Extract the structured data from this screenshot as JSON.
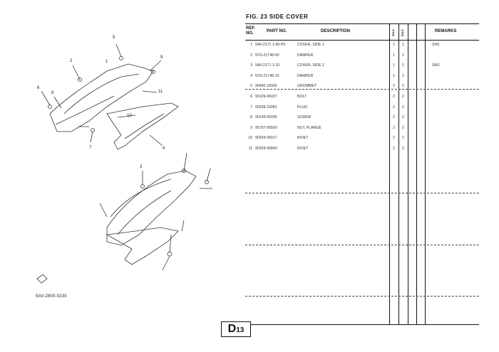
{
  "figure": {
    "title": "FIG. 23  SIDE COVER"
  },
  "table": {
    "headers": {
      "ref_no": "REF. NO.",
      "part_no": "PART NO.",
      "description": "DESCRIPTION",
      "qty_1": "5SL8",
      "qty_2": "5SL9",
      "remarks": "REMARKS"
    },
    "rows": [
      {
        "ref": "1",
        "part": "5AV-2171 1-00-P0",
        "desc": "COVER, SIDE 1",
        "q1": "1",
        "q2": "1",
        "rem": "SM1"
      },
      {
        "ref": "2",
        "part": "5VS-21748-00",
        "desc": "DAMPER",
        "q1": "1",
        "q2": "1",
        "rem": ""
      },
      {
        "ref": "3",
        "part": "5AV-2171 1-10",
        "desc": "COVER, SIDE 2",
        "q1": "1",
        "q2": "1",
        "rem": "SM1"
      },
      {
        "ref": "4",
        "part": "5VS-21748-10",
        "desc": "DAMPER",
        "q1": "1",
        "q2": "1",
        "rem": ""
      },
      {
        "ref": "5",
        "part": "90480-18306",
        "desc": "GROMMET",
        "q1": "2",
        "q2": "2",
        "rem": ""
      },
      {
        "ref": "6",
        "part": "90109-06037",
        "desc": "BOLT",
        "q1": "2",
        "q2": "2",
        "rem": ""
      },
      {
        "ref": "7",
        "part": "90338-10082",
        "desc": "PLUG",
        "q1": "2",
        "q2": "2",
        "rem": ""
      },
      {
        "ref": "8",
        "part": "90149-06296",
        "desc": "SCREW",
        "q1": "2",
        "q2": "2",
        "rem": ""
      },
      {
        "ref": "9",
        "part": "95707-06500",
        "desc": "NUT, FLANGE",
        "q1": "2",
        "q2": "2",
        "rem": ""
      },
      {
        "ref": "10",
        "part": "90269-05017",
        "desc": "RIVET",
        "q1": "2",
        "q2": "2",
        "rem": ""
      },
      {
        "ref": "11",
        "part": "90269-06840",
        "desc": "RIVET",
        "q1": "2",
        "q2": "2",
        "rem": ""
      }
    ]
  },
  "diagram": {
    "callouts": [
      "5",
      "1",
      "2",
      "9",
      "6",
      "8",
      "11",
      "10",
      "7",
      "4",
      "3"
    ],
    "drawing_code": "5AV-2800-0230"
  },
  "page": {
    "section": "D",
    "number": "13"
  },
  "colors": {
    "ink": "#111111",
    "paper": "#ffffff"
  }
}
